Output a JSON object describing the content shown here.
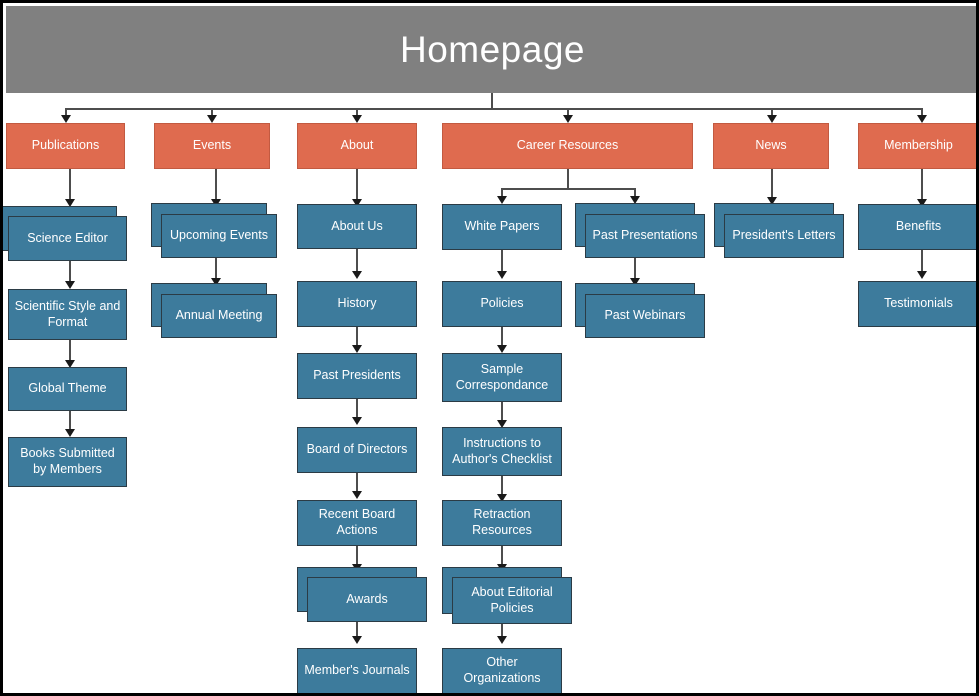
{
  "diagram": {
    "type": "sitemap-tree",
    "title": "Homepage",
    "accent_colors": {
      "root": "#808080",
      "level1": "#DF6B4F",
      "page": "#3D7B9C",
      "connector": "#4d4d4d",
      "text": "#ffffff",
      "border": "#2b3b45",
      "canvas_border": "#000000"
    }
  },
  "root": {
    "label": "Homepage"
  },
  "columns": [
    {
      "key": "publications",
      "top_label": "Publications",
      "children": [
        {
          "label": "Science Editor",
          "stacked": true
        },
        {
          "label": "Scientific Style and Format",
          "stacked": false
        },
        {
          "label": "Global Theme",
          "stacked": false
        },
        {
          "label": "Books Submitted by Members",
          "stacked": false
        }
      ]
    },
    {
      "key": "events",
      "top_label": "Events",
      "children": [
        {
          "label": "Upcoming Events",
          "stacked": true
        },
        {
          "label": "Annual Meeting",
          "stacked": true
        }
      ]
    },
    {
      "key": "about",
      "top_label": "About",
      "children": [
        {
          "label": "About Us",
          "stacked": false
        },
        {
          "label": "History",
          "stacked": false
        },
        {
          "label": "Past Presidents",
          "stacked": false
        },
        {
          "label": "Board of Directors",
          "stacked": false
        },
        {
          "label": "Recent Board Actions",
          "stacked": false
        },
        {
          "label": "Awards",
          "stacked": true
        },
        {
          "label": "Member's Journals",
          "stacked": false
        }
      ]
    },
    {
      "key": "career-resources",
      "top_label": "Career Resources",
      "branch_a": [
        {
          "label": "White Papers",
          "stacked": false
        },
        {
          "label": "Policies",
          "stacked": false
        },
        {
          "label": "Sample Correspondance",
          "stacked": false
        },
        {
          "label": "Instructions to Author's Checklist",
          "stacked": false
        },
        {
          "label": "Retraction Resources",
          "stacked": false
        },
        {
          "label": "About Editorial Policies",
          "stacked": true
        },
        {
          "label": "Other Organizations",
          "stacked": false
        }
      ],
      "branch_b": [
        {
          "label": "Past Presentations",
          "stacked": true
        },
        {
          "label": "Past Webinars",
          "stacked": true
        }
      ]
    },
    {
      "key": "news",
      "top_label": "News",
      "children": [
        {
          "label": "President's Letters",
          "stacked": true
        }
      ]
    },
    {
      "key": "membership",
      "top_label": "Membership",
      "children": [
        {
          "label": "Benefits",
          "stacked": false
        },
        {
          "label": "Testimonials",
          "stacked": false
        }
      ]
    }
  ]
}
